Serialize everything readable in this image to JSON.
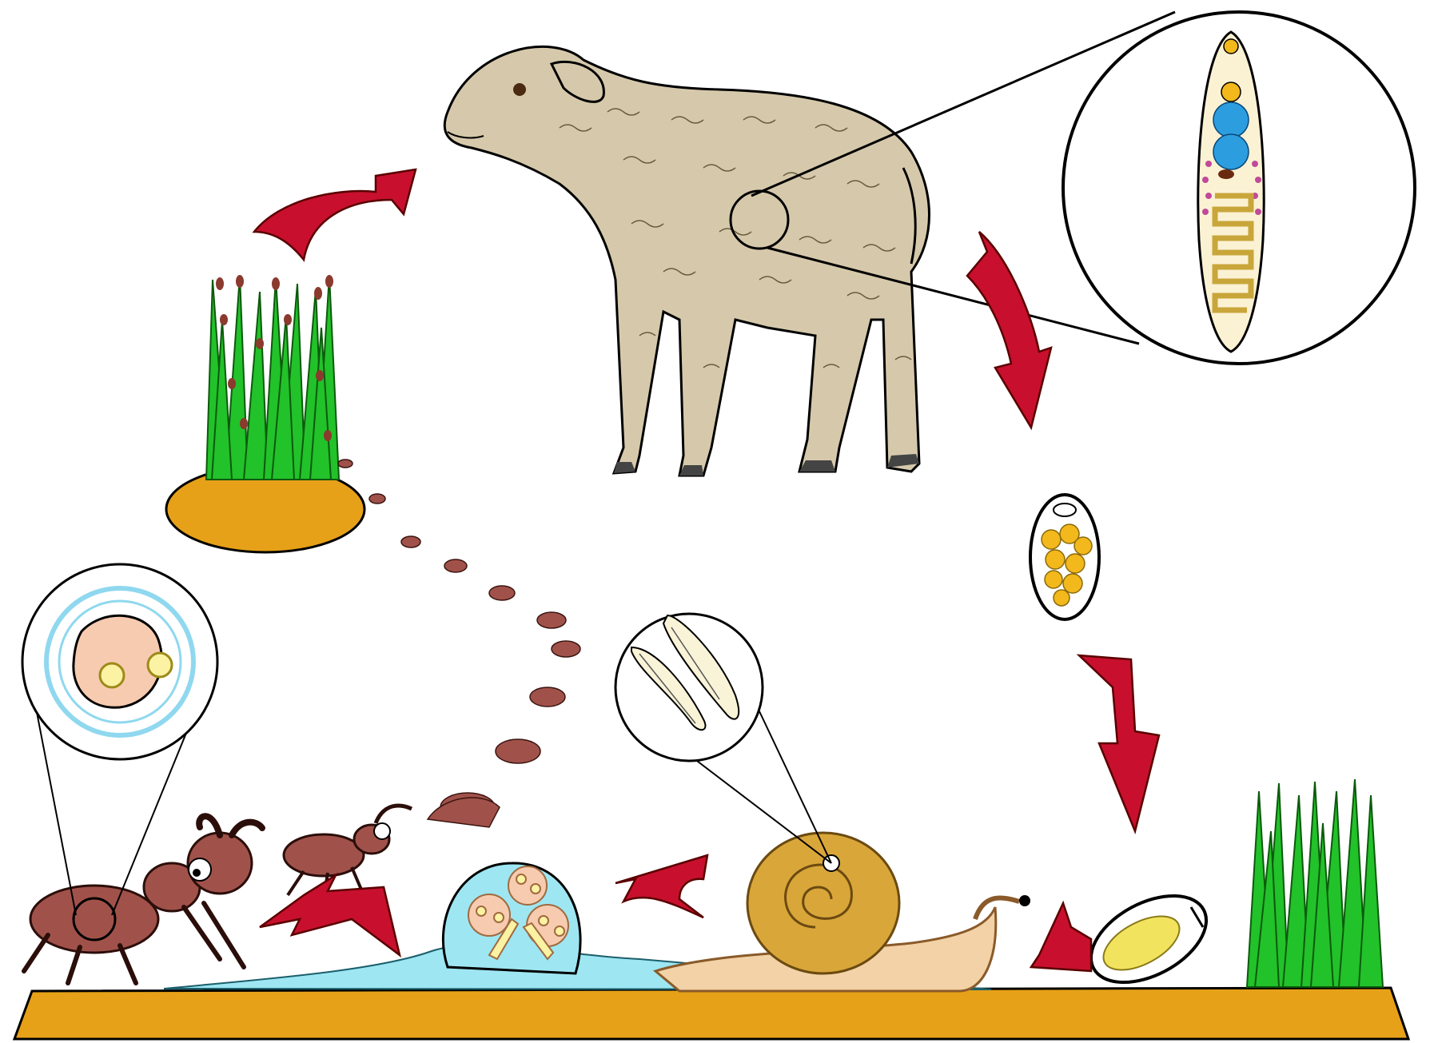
{
  "diagram": {
    "kind": "parasite life cycle illustration (no printed text)",
    "stages": [
      {
        "id": "sheep",
        "icon": "sheep-icon"
      },
      {
        "id": "adult-fluke",
        "icon": "adult-fluke-icon"
      },
      {
        "id": "egg",
        "icon": "egg-icon"
      },
      {
        "id": "egg-on-ground",
        "icon": "egg-icon"
      },
      {
        "id": "snail",
        "icon": "snail-icon"
      },
      {
        "id": "sporocyst",
        "icon": "sporocyst-icon"
      },
      {
        "id": "cercariae",
        "icon": "cercaria-icon"
      },
      {
        "id": "slime-ball",
        "icon": "slime-ball-icon"
      },
      {
        "id": "ant",
        "icon": "ant-icon"
      },
      {
        "id": "metacercaria",
        "icon": "metacercaria-icon"
      },
      {
        "id": "ant-on-grass",
        "icon": "grass-icon"
      }
    ],
    "arrows": 6,
    "colors": {
      "arrow": "#c8102e",
      "arrow_outline": "#5a0000",
      "ground": "#e6a118",
      "grass": "#22c22a",
      "sheep": "#d6c9ab",
      "ant": "#a0524a",
      "snail_shell": "#d9a63a",
      "snail_body": "#f2d2a6",
      "slime": "#9ee6f2",
      "fluke_testes": "#2c9ee0"
    }
  }
}
